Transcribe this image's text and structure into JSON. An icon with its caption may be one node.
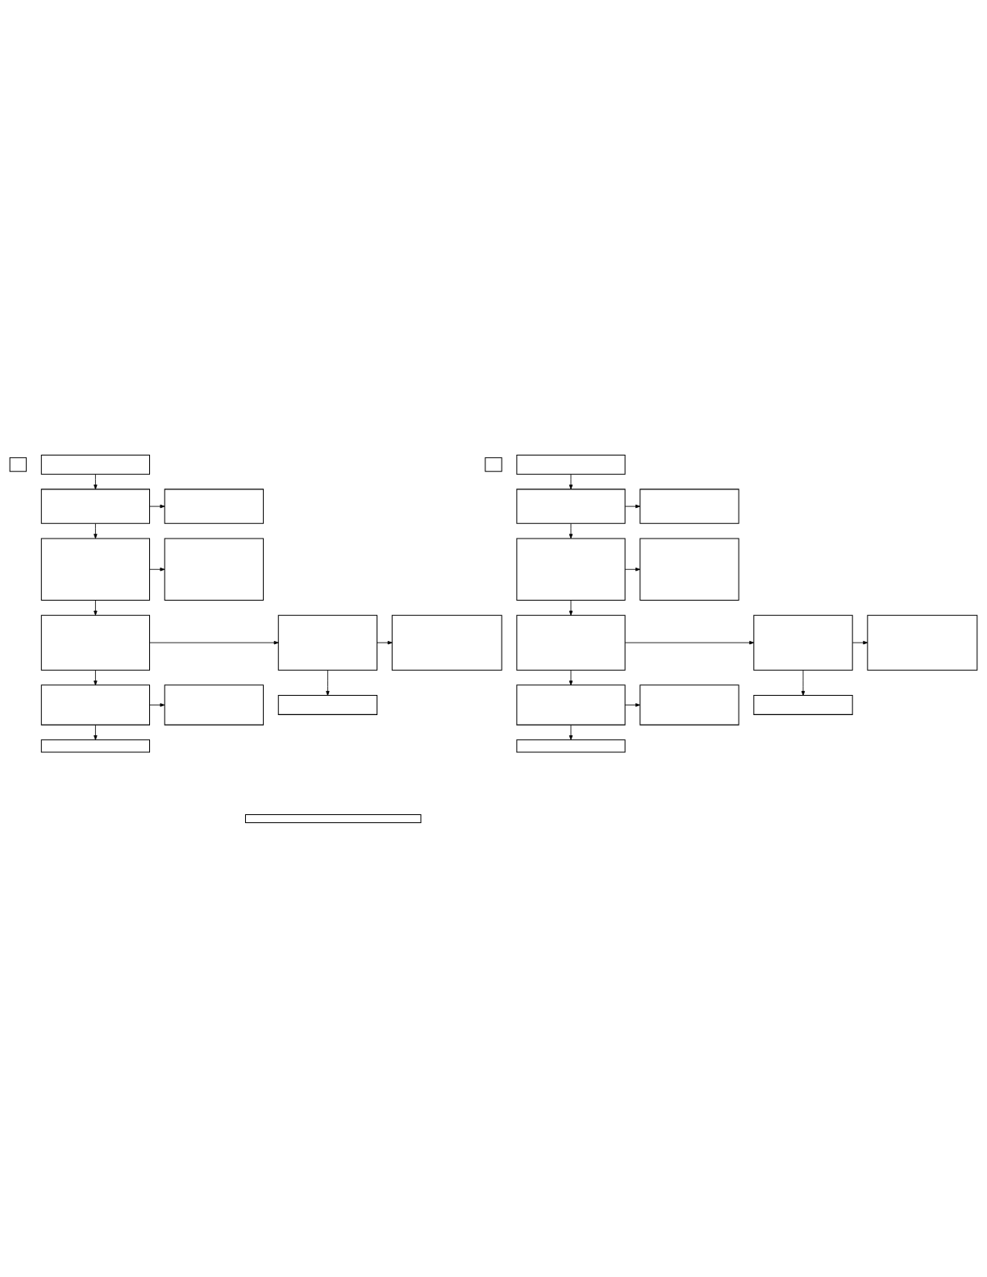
{
  "diagram": {
    "nodes": [
      {
        "text": [],
        "shape": "box"
      },
      {
        "text": [],
        "shape": "box"
      },
      {
        "text": [],
        "shape": "box"
      },
      {
        "text": [],
        "shape": "box"
      },
      {
        "text": [],
        "shape": "box"
      },
      {
        "text": [],
        "shape": "box"
      },
      {
        "text": [],
        "shape": "box"
      },
      {
        "text": [],
        "shape": "box"
      },
      {
        "text": [],
        "shape": "box"
      },
      {
        "text": [],
        "shape": "box"
      },
      {
        "text": [],
        "shape": "box"
      },
      {
        "text": [],
        "shape": "box"
      },
      {
        "text": [],
        "shape": "box"
      },
      {
        "text": [],
        "shape": "box"
      },
      {
        "text": [],
        "shape": "box"
      },
      {
        "text": [],
        "shape": "box"
      },
      {
        "text": [],
        "shape": "box"
      },
      {
        "text": [],
        "shape": "box"
      },
      {
        "text": [],
        "shape": "box"
      },
      {
        "text": [],
        "shape": "box"
      },
      {
        "text": [],
        "shape": "box"
      },
      {
        "text": [],
        "shape": "box"
      },
      {
        "text": [],
        "shape": "box"
      },
      {
        "text": [],
        "shape": "box"
      },
      {
        "text": [],
        "shape": "box"
      },
      {
        "text": [],
        "shape": "box"
      },
      {
        "text": [],
        "shape": "box"
      }
    ],
    "edges": [
      {
        "from": 1,
        "to": 2,
        "arrow": "to"
      },
      {
        "from": 2,
        "to": 3,
        "arrow": "to"
      },
      {
        "from": 2,
        "to": 4,
        "arrow": "to"
      },
      {
        "from": 4,
        "to": 5,
        "arrow": "to"
      },
      {
        "from": 4,
        "to": 6,
        "arrow": "to"
      },
      {
        "from": 6,
        "to": 7,
        "arrow": "to"
      },
      {
        "from": 7,
        "to": 8,
        "arrow": "to"
      },
      {
        "from": 7,
        "to": 9,
        "arrow": "to"
      },
      {
        "from": 6,
        "to": 10,
        "arrow": "to"
      },
      {
        "from": 10,
        "to": 11,
        "arrow": "to"
      },
      {
        "from": 10,
        "to": 12,
        "arrow": "to"
      },
      {
        "from": 14,
        "to": 15,
        "arrow": "to"
      },
      {
        "from": 15,
        "to": 16,
        "arrow": "to"
      },
      {
        "from": 15,
        "to": 17,
        "arrow": "to"
      },
      {
        "from": 17,
        "to": 18,
        "arrow": "to"
      },
      {
        "from": 17,
        "to": 19,
        "arrow": "to"
      },
      {
        "from": 19,
        "to": 20,
        "arrow": "to"
      },
      {
        "from": 20,
        "to": 21,
        "arrow": "to"
      },
      {
        "from": 20,
        "to": 22,
        "arrow": "to"
      },
      {
        "from": 19,
        "to": 23,
        "arrow": "to"
      },
      {
        "from": 23,
        "to": 24,
        "arrow": "to"
      },
      {
        "from": 23,
        "to": 25,
        "arrow": "to"
      }
    ]
  }
}
